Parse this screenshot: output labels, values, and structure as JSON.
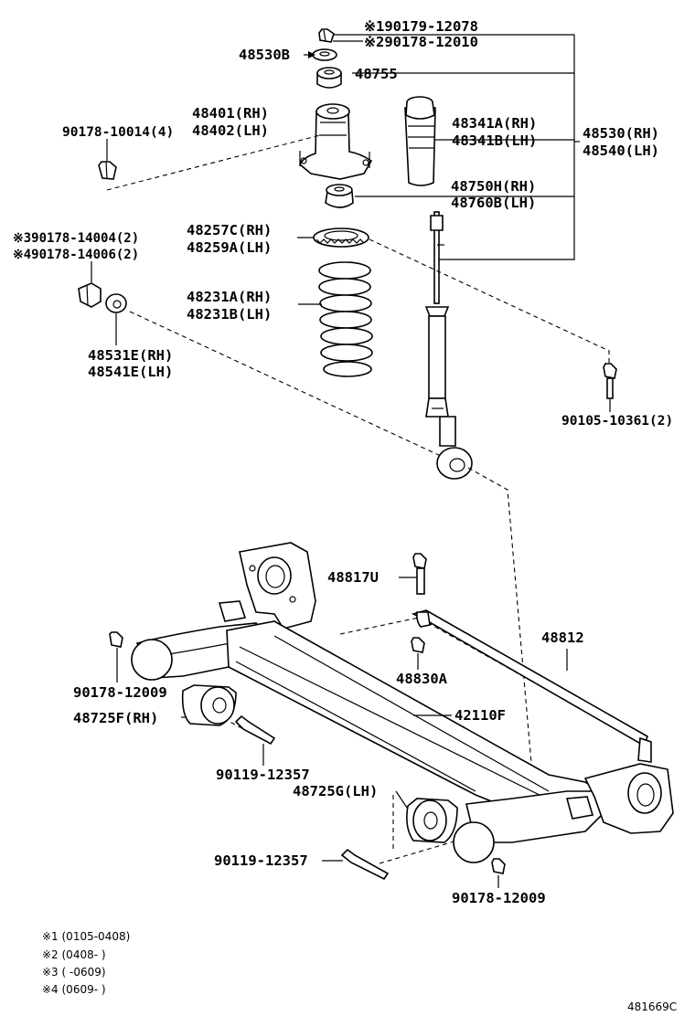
{
  "labels": {
    "p1": "※190179-12078",
    "p2": "※290178-12010",
    "p3": "48530B",
    "p4": "48755",
    "p5a": "48401(RH)",
    "p5b": "48402(LH)",
    "p6": "90178-10014(4)",
    "p7a": "48341A(RH)",
    "p7b": "48341B(LH)",
    "p8a": "48530(RH)",
    "p8b": "48540(LH)",
    "p9a": "48750H(RH)",
    "p9b": "48760B(LH)",
    "p10a": "48257C(RH)",
    "p10b": "48259A(LH)",
    "p11a": "※390178-14004(2)",
    "p11b": "※490178-14006(2)",
    "p12a": "48231A(RH)",
    "p12b": "48231B(LH)",
    "p13a": "48531E(RH)",
    "p13b": "48541E(LH)",
    "p14": "90105-10361(2)",
    "p15": "48817U",
    "p16": "48812",
    "p17": "48830A",
    "p18": "90178-12009",
    "p19": "48725F(RH)",
    "p20": "42110F",
    "p21": "90119-12357",
    "p22": "48725G(LH)",
    "p23": "90119-12357",
    "p24": "90178-12009"
  },
  "notes": [
    "※1 (0105-0408)",
    "※2 (0408-       )",
    "※3 (       -0609)",
    "※4 (0609-       )"
  ],
  "figure_code": "481669C"
}
